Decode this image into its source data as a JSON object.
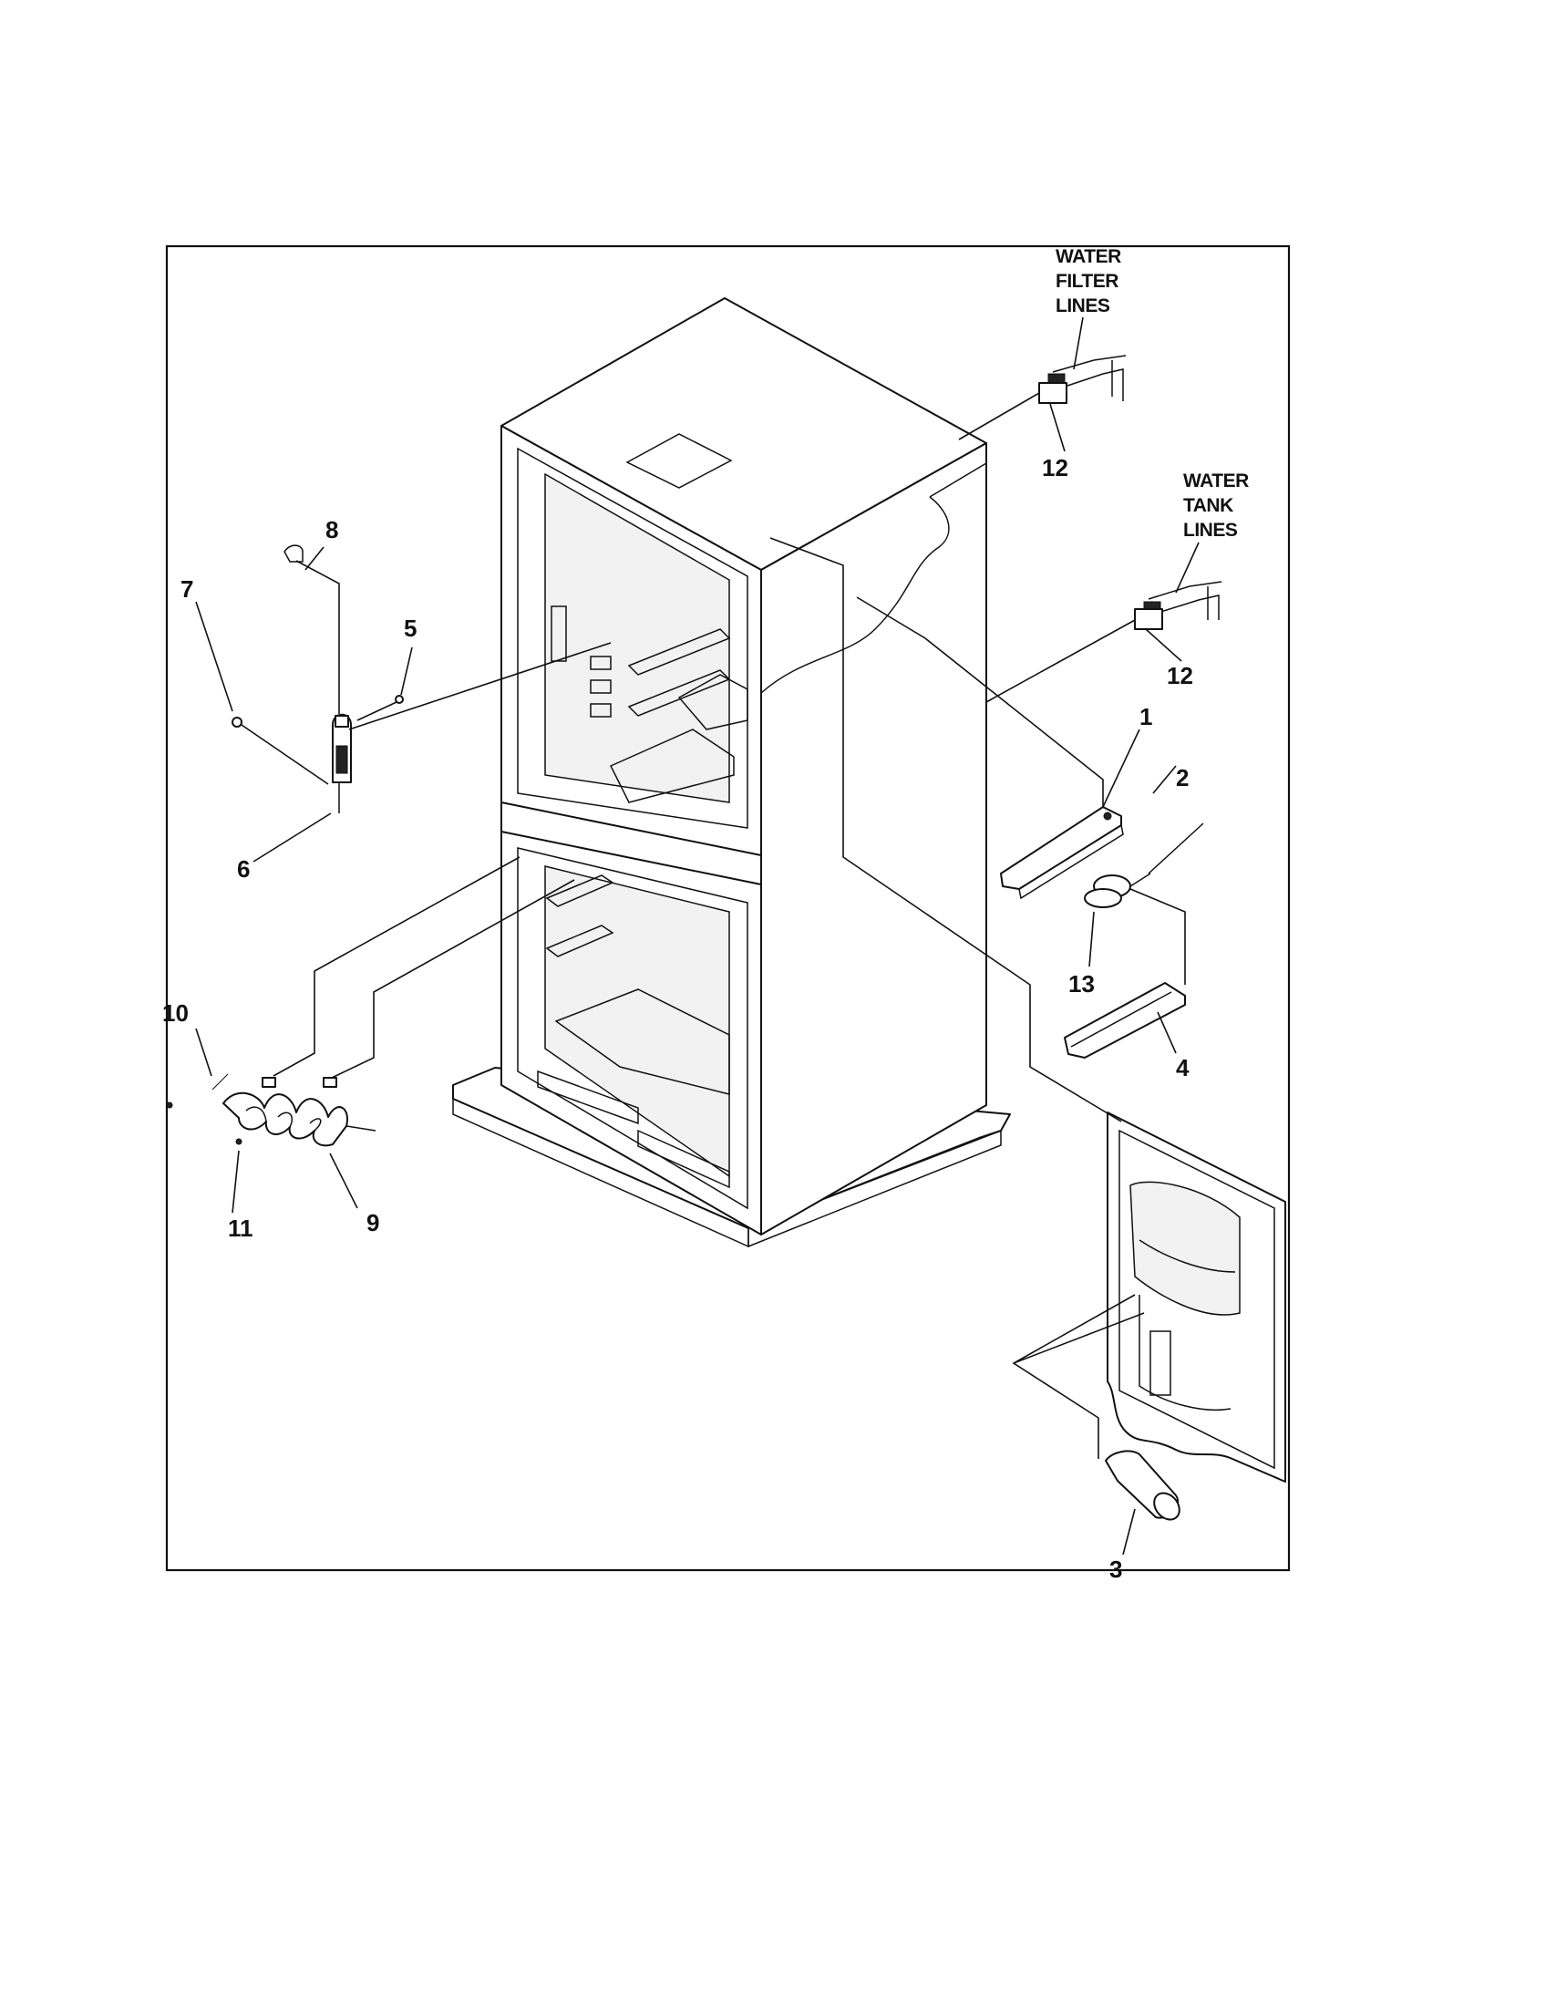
{
  "callouts": {
    "c1": "1",
    "c2": "2",
    "c3": "3",
    "c4": "4",
    "c5": "5",
    "c6": "6",
    "c7": "7",
    "c8": "8",
    "c9": "9",
    "c10": "10",
    "c11": "11",
    "c12a": "12",
    "c12b": "12",
    "c13": "13"
  },
  "notes": {
    "water_filter_lines": [
      "WATER",
      "FILTER",
      "LINES"
    ],
    "water_tank_lines": [
      "WATER",
      "TANK",
      "LINES"
    ]
  },
  "colors": {
    "ink": "#111111",
    "paper": "#ffffff"
  }
}
